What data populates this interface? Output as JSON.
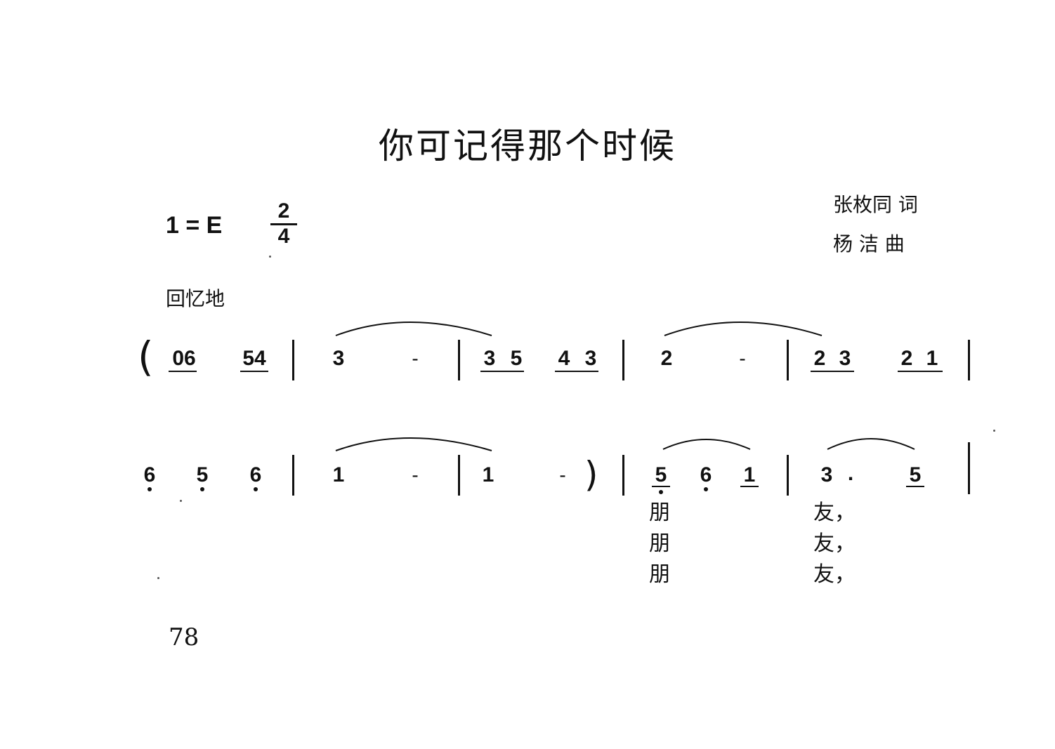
{
  "title": "你可记得那个时候",
  "lyricist": "张枚同  词",
  "composer": "杨  洁  曲",
  "key_signature": "1 = E",
  "time_signature": {
    "top": "2",
    "bottom": "4"
  },
  "tempo_marking": "回忆地",
  "line1": {
    "open_paren": "(",
    "notes": [
      "06",
      "54",
      "3",
      "-",
      "3",
      "5",
      "4",
      "3",
      "2",
      "-",
      "2",
      "3",
      "2",
      "1"
    ]
  },
  "line2": {
    "notes": [
      "6",
      "5",
      "6",
      "1",
      "-",
      "1",
      "-",
      "5",
      "6",
      "1",
      "3",
      ".",
      "5"
    ],
    "close_paren": ")"
  },
  "lyrics": [
    {
      "first": "朋",
      "second": "友，"
    },
    {
      "first": "朋",
      "second": "友，"
    },
    {
      "first": "朋",
      "second": "友，"
    }
  ],
  "page_number": "78"
}
